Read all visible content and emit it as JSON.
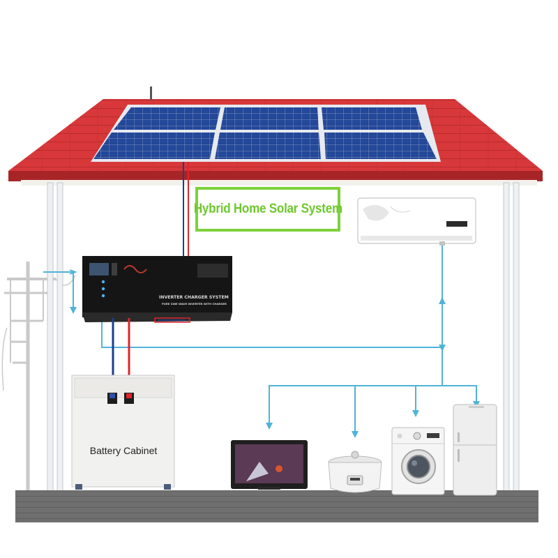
{
  "diagram": {
    "title": "Hybrid Home Solar System",
    "battery_label": "Battery Cabinet",
    "inverter_label": "INVERTER CHARGER SYSTEM",
    "inverter_sublabel": "PURE SINE WAVE INVERTER WITH CHARGER"
  },
  "colors": {
    "roof": "#d8383a",
    "roof_shadow": "#a82527",
    "panel": "#1d3f8c",
    "title_border": "#7dd23b",
    "title_text": "#6fc82e",
    "flow_line": "#4fb3d8",
    "wire_red": "#e0242b",
    "wire_blue": "#1b3f8f",
    "ground": "#707070"
  },
  "components": [
    "solar-panel-array",
    "inverter-charger",
    "battery-cabinet",
    "air-conditioner",
    "television",
    "rice-cooker",
    "washing-machine",
    "refrigerator",
    "utility-pole"
  ]
}
